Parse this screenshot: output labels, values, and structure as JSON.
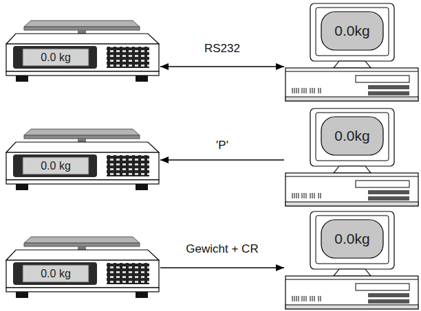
{
  "diagram": {
    "nodes": [
      {
        "text": [
          "0.0 kg"
        ]
      },
      {
        "text": [
          "0.0kg"
        ]
      },
      {
        "text": [
          "0.0 kg"
        ]
      },
      {
        "text": [
          "0.0kg"
        ]
      },
      {
        "text": [
          "0.0 kg"
        ]
      },
      {
        "text": [
          "0.0kg"
        ]
      }
    ],
    "edges": [
      {
        "from": 0,
        "to": 1,
        "arrow": "both",
        "label": "RS232"
      },
      {
        "from": 3,
        "to": 2,
        "arrow": "to",
        "label": "'P'"
      },
      {
        "from": 4,
        "to": 5,
        "arrow": "to",
        "label": "Gewicht + CR"
      }
    ]
  }
}
